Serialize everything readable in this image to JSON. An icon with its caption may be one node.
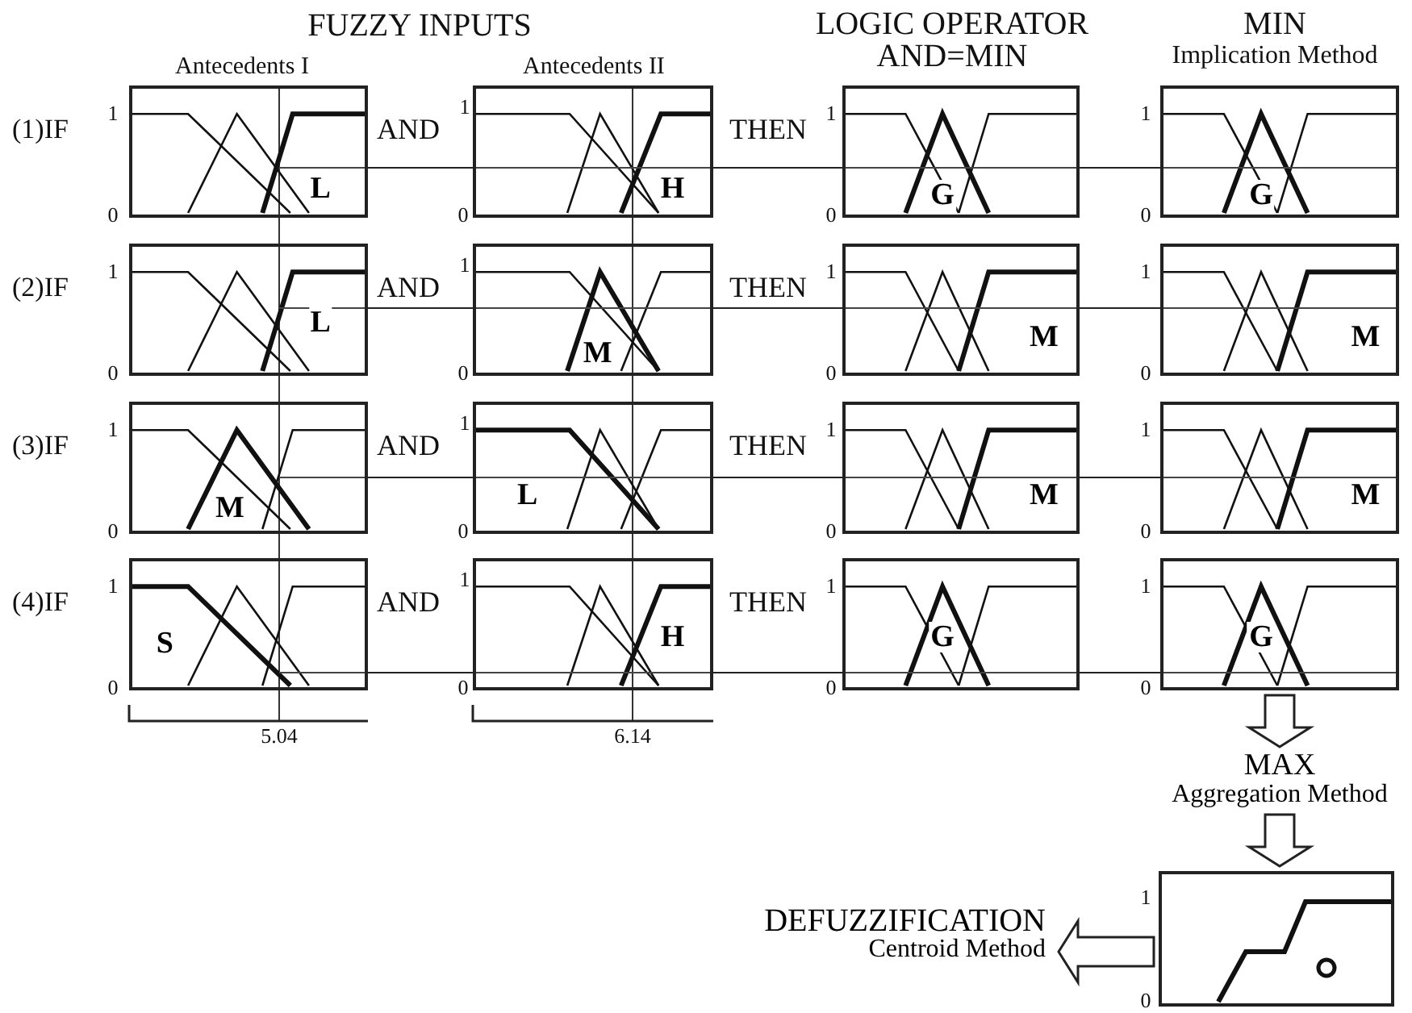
{
  "diagram": {
    "nodes": [
      {
        "text": [
          "L"
        ]
      },
      {
        "text": [
          "H"
        ]
      },
      {
        "text": [
          "G"
        ]
      },
      {
        "text": [
          "G"
        ]
      },
      {
        "text": [
          "L"
        ]
      },
      {
        "text": [
          "M"
        ]
      },
      {
        "text": [
          "M"
        ]
      },
      {
        "text": [
          "M"
        ]
      },
      {
        "text": [
          "M"
        ]
      },
      {
        "text": [
          "L"
        ]
      },
      {
        "text": [
          "M"
        ]
      },
      {
        "text": [
          "M"
        ]
      },
      {
        "text": [
          "S"
        ]
      },
      {
        "text": [
          "H"
        ]
      },
      {
        "text": [
          "G"
        ]
      },
      {
        "text": [
          "G"
        ]
      },
      {
        "text": [
          "MAX",
          "Aggregation Method"
        ]
      },
      {
        "text": [],
        "shape": "box"
      },
      {
        "text": [
          "DEFUZZIFICATION",
          "Centroid Method"
        ]
      }
    ],
    "edges": [
      {
        "from": 0,
        "to": 1,
        "arrow": "none"
      },
      {
        "from": 1,
        "to": 2,
        "arrow": "none"
      },
      {
        "from": 2,
        "to": 3,
        "arrow": "none"
      },
      {
        "from": 4,
        "to": 5,
        "arrow": "none"
      },
      {
        "from": 5,
        "to": 6,
        "arrow": "none"
      },
      {
        "from": 6,
        "to": 7,
        "arrow": "none"
      },
      {
        "from": 8,
        "to": 9,
        "arrow": "none"
      },
      {
        "from": 9,
        "to": 10,
        "arrow": "none"
      },
      {
        "from": 10,
        "to": 11,
        "arrow": "none"
      },
      {
        "from": 12,
        "to": 13,
        "arrow": "none"
      },
      {
        "from": 13,
        "to": 14,
        "arrow": "none"
      },
      {
        "from": 14,
        "to": 15,
        "arrow": "none"
      },
      {
        "from": 15,
        "to": 16,
        "arrow": "to"
      },
      {
        "from": 16,
        "to": 17,
        "arrow": "to"
      },
      {
        "from": 17,
        "to": 18,
        "arrow": "to"
      }
    ],
    "labels": [
      "FUZZY INPUTS",
      "Antecedents I",
      "Antecedents II",
      "LOGIC OPERATOR",
      "AND=MIN",
      "MIN",
      "Implication Method",
      "(1)IF",
      "1",
      "0",
      "AND",
      "1",
      "0",
      "THEN",
      "1",
      "0",
      "1",
      "0",
      "(2)IF",
      "1",
      "0",
      "AND",
      "1",
      "0",
      "THEN",
      "1",
      "0",
      "1",
      "0",
      "(3)IF",
      "1",
      "0",
      "AND",
      "1",
      "0",
      "THEN",
      "1",
      "0",
      "1",
      "0",
      "(4)IF",
      "1",
      "0",
      "AND",
      "1",
      "0",
      "THEN",
      "1",
      "0",
      "1",
      "0",
      "5.04",
      "6.14",
      "1",
      "0"
    ]
  }
}
